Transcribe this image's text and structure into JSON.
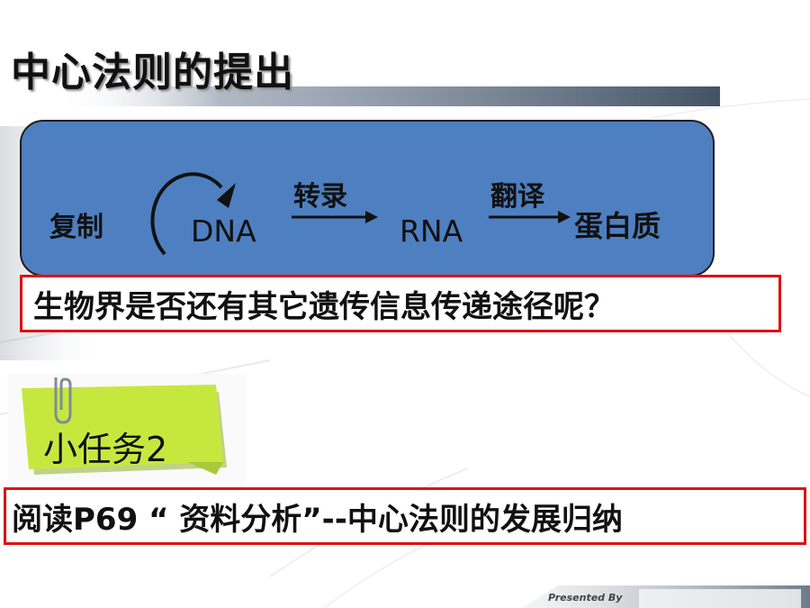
{
  "slide": {
    "title": "中心法则的提出",
    "question": "生物界是否还有其它遗传信息传递途径呢？",
    "task_note_label": "小任务2",
    "task_text": "阅读P69 “ 资料分析”--中心法则的发展归纳",
    "footer_text": "Presented By"
  },
  "diagram": {
    "replication": "复制",
    "dna": "DNA",
    "transcription": "转录",
    "rna": "RNA",
    "translation": "翻译",
    "protein": "蛋白质"
  },
  "colors": {
    "box_fill": "#4e7fc0",
    "box_border": "#1d1d1d",
    "highlight_border": "#e01010",
    "note_green": "#c6e83e"
  }
}
